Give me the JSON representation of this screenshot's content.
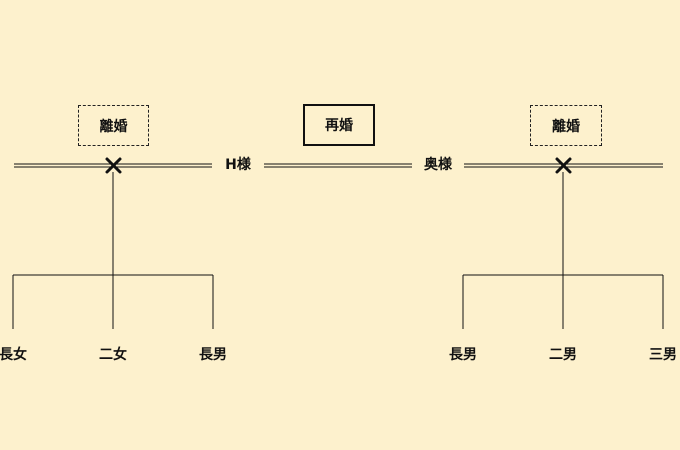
{
  "couple": {
    "husband": "H様",
    "wife": "奥様",
    "relation_label": "再婚"
  },
  "left_family": {
    "status_label": "離婚",
    "children": [
      "長女",
      "二女",
      "長男"
    ]
  },
  "right_family": {
    "status_label": "離婚",
    "children": [
      "長男",
      "二男",
      "三男"
    ]
  },
  "colors": {
    "background": "#fdf1cd",
    "line": "#111111"
  }
}
